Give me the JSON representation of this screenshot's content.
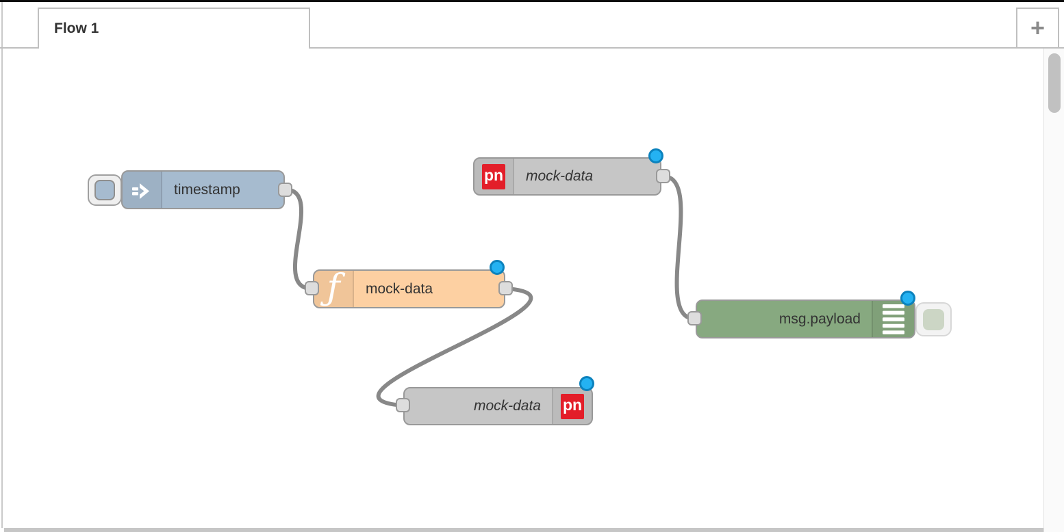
{
  "workspace": {
    "tab": {
      "label": "Flow 1"
    },
    "add_tab_button": "+"
  },
  "nodes": [
    {
      "id": "inject",
      "type": "inject",
      "label": "timestamp",
      "icon": "inject-arrow-icon",
      "has_button": true,
      "changed_indicator": false
    },
    {
      "id": "function",
      "type": "function",
      "label": "mock-data",
      "icon_glyph": "ƒ",
      "has_button": false,
      "changed_indicator": true
    },
    {
      "id": "pubnub-in",
      "type": "pubnub in",
      "label": "mock-data",
      "icon_text": "pn",
      "has_button": false,
      "changed_indicator": true
    },
    {
      "id": "pubnub-out",
      "type": "pubnub out",
      "label": "mock-data",
      "icon_text": "pn",
      "has_button": false,
      "changed_indicator": true
    },
    {
      "id": "debug",
      "type": "debug",
      "label": "msg.payload",
      "icon": "debug-list-icon",
      "has_button": true,
      "changed_indicator": true
    }
  ],
  "wires": [
    {
      "from": "inject",
      "to": "function"
    },
    {
      "from": "function",
      "to": "pubnub-out"
    },
    {
      "from": "pubnub-in",
      "to": "debug"
    }
  ],
  "colors": {
    "inject_node": "#a6bbcf",
    "function_node": "#fdd0a2",
    "pubnub_node": "#c6c6c6",
    "debug_node": "#87a980",
    "wire": "#888888",
    "port_fill": "#dddddd",
    "port_border": "#999999",
    "status_dot_fill": "#24b2f2",
    "status_dot_ring": "#0c82bd",
    "pubnub_icon_red": "#e31e29"
  }
}
